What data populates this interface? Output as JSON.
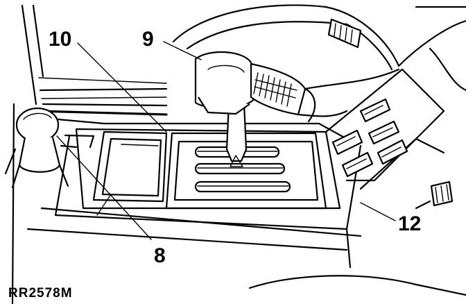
{
  "callouts": {
    "c10": "10",
    "c9": "9",
    "c8": "8",
    "c12": "12"
  },
  "figure_code": "RR2578M"
}
